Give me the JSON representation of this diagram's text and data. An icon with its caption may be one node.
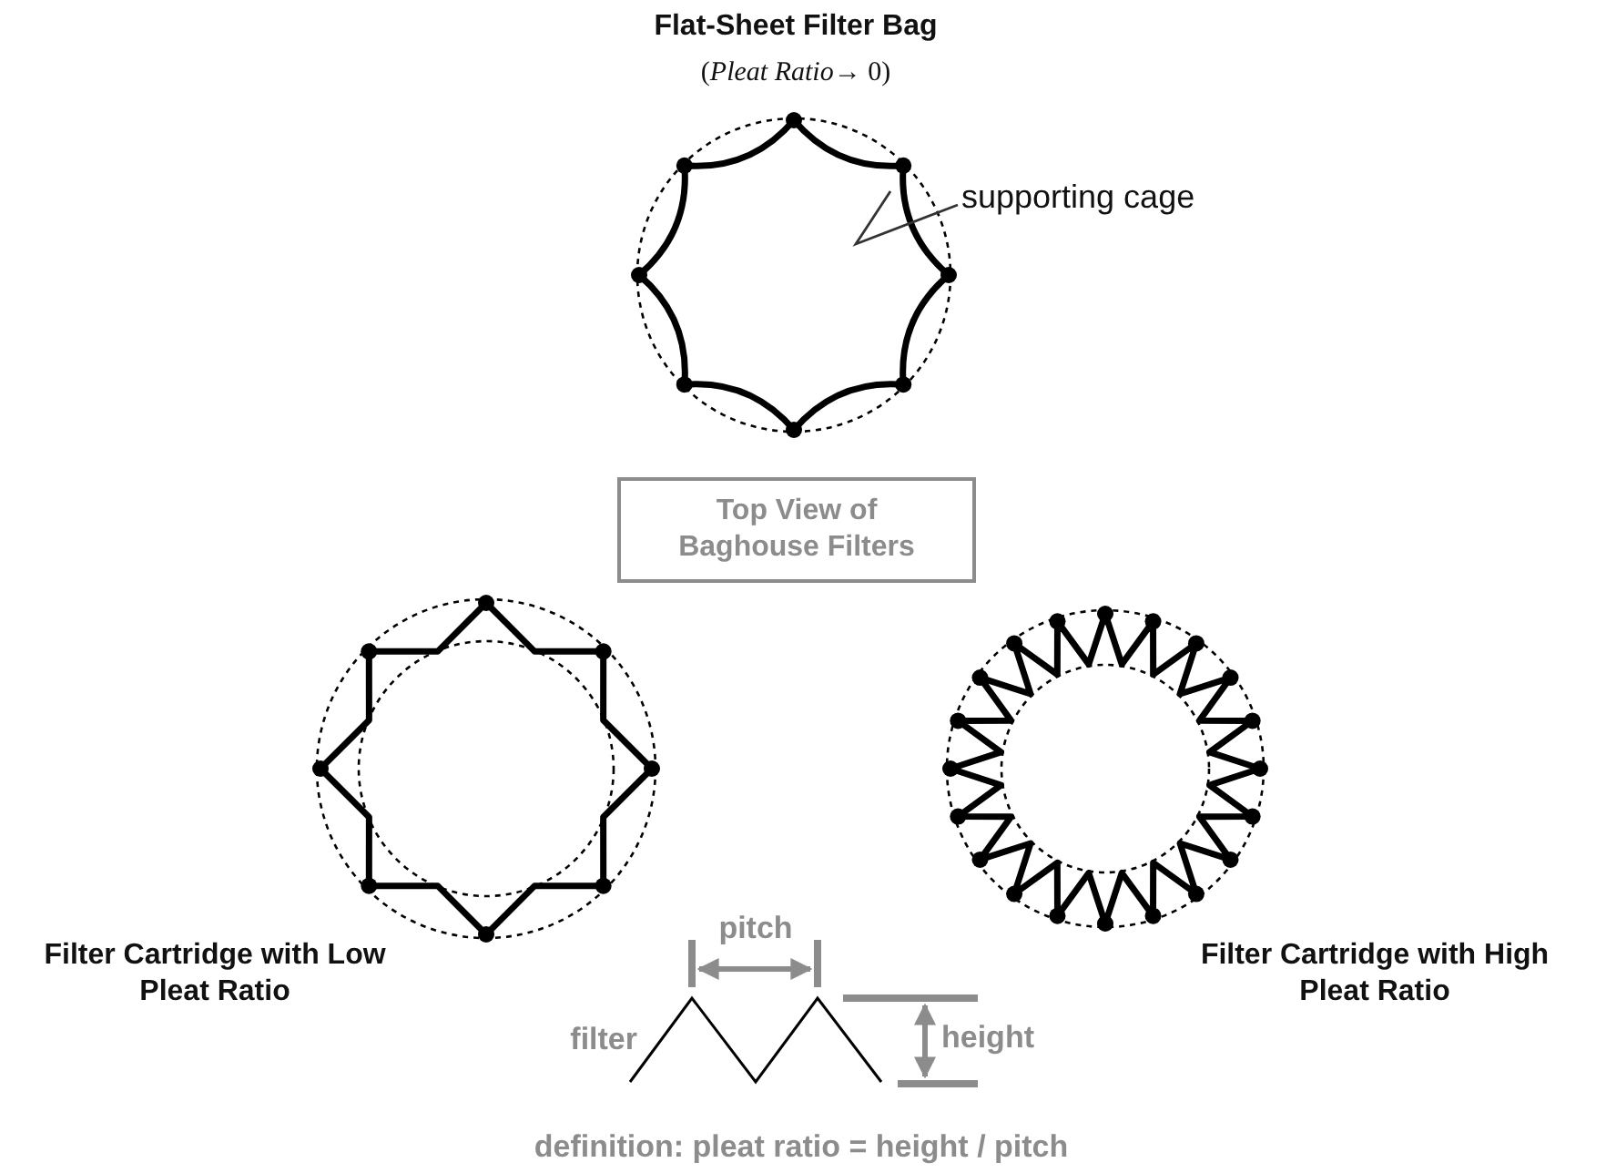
{
  "diagram": {
    "nodes": [
      {
        "text": [
          "supporting cage"
        ]
      },
      {
        "text": [],
        "shape": "picture"
      },
      {
        "text": [
          "Top View of Baghouse Filters"
        ]
      }
    ],
    "edges": [
      {
        "from": 0,
        "to": 1,
        "arrow": "none"
      }
    ],
    "labels": [
      "Flat-Sheet Filter Bag",
      "(*Pleat  Ratio*→ 0)",
      "Filter Cartridge with Low Pleat Ratio",
      "Filter Cartridge with High Pleat Ratio",
      "pitch",
      "filter",
      "height",
      "definition: pleat ratio = height / pitch"
    ]
  }
}
